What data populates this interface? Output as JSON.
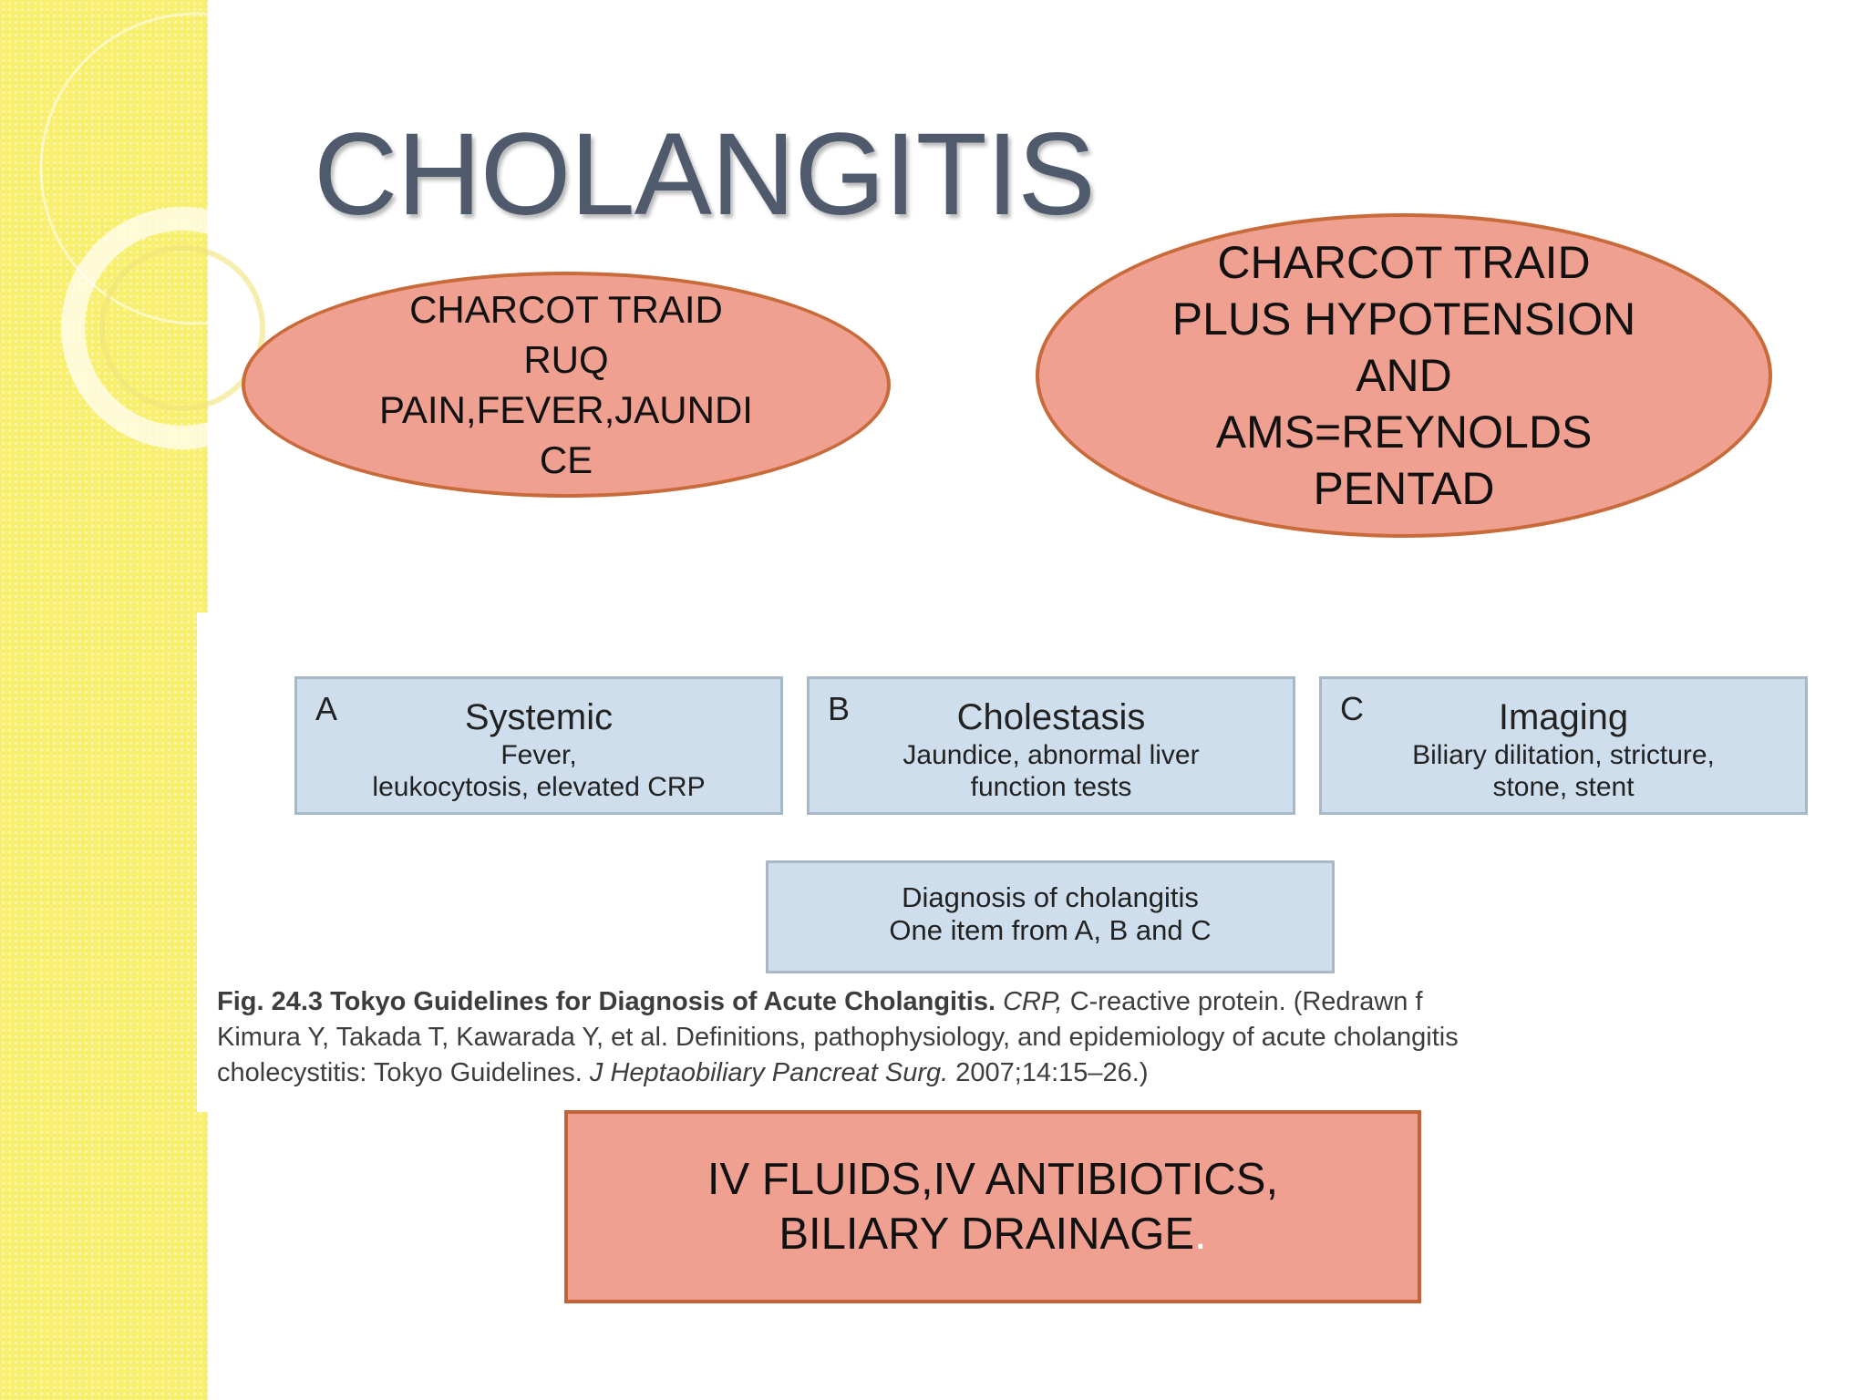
{
  "slide": {
    "title": "CHOLANGITIS",
    "colors": {
      "band": "#f8ef6e",
      "title": "#4f5a6d",
      "shape_fill": "#f0a090",
      "shape_border": "#c96a3a",
      "box_fill": "#cfdeed"
    }
  },
  "ellipses": {
    "charcot": {
      "lines": [
        "CHARCOT TRAID",
        "RUQ",
        "PAIN,FEVER,JAUNDI",
        "CE"
      ]
    },
    "reynolds": {
      "lines": [
        "CHARCOT TRAID",
        "PLUS HYPOTENSION",
        "AND",
        "AMS=REYNOLDS",
        "PENTAD"
      ]
    }
  },
  "figure": {
    "boxes": [
      {
        "letter": "A",
        "heading": "Systemic",
        "lines": [
          "Fever,",
          "leukocytosis, elevated CRP"
        ]
      },
      {
        "letter": "B",
        "heading": "Cholestasis",
        "lines": [
          "Jaundice, abnormal liver",
          "function tests"
        ]
      },
      {
        "letter": "C",
        "heading": "Imaging",
        "lines": [
          "Biliary dilitation, stricture,",
          "stone, stent"
        ]
      }
    ],
    "diagnosis": {
      "lines": [
        "Diagnosis of cholangitis",
        "One item from A, B and C"
      ]
    },
    "caption": {
      "fig_label": "Fig. 24.3",
      "fig_title": "Tokyo Guidelines for Diagnosis of Acute Cholangitis.",
      "abbr": "CRP,",
      "line1_rest": "C-reactive protein. (Redrawn f",
      "line2": "Kimura Y, Takada T, Kawarada Y, et al. Definitions, pathophysiology, and epidemiology of acute cholangitis",
      "line3_start": "cholecystitis: Tokyo Guidelines.",
      "journal": "J Heptaobiliary Pancreat Surg.",
      "line3_end": "2007;14:15–26.)"
    }
  },
  "treatment": {
    "line1": "IV FLUIDS,IV ANTIBIOTICS,",
    "line2": "BILIARY DRAINAGE",
    "period": "."
  }
}
